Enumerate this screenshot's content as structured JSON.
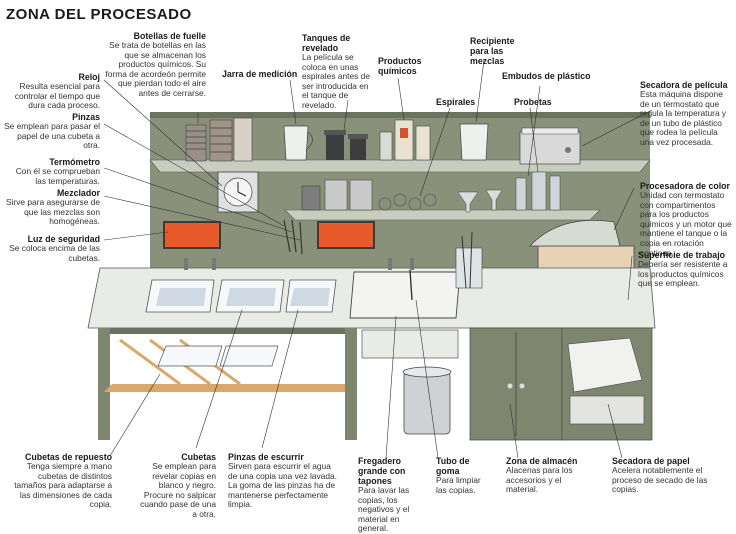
{
  "title": "ZONA DEL PROCESADO",
  "labels": {
    "botellas": {
      "name": "Botellas de fuelle",
      "desc": "Se trata de botellas en las que se almacenan los productos químicos. Su forma de acordeón permite que pierdan todo el aire antes de cerrarse."
    },
    "jarra": {
      "name": "Jarra de medición",
      "desc": ""
    },
    "tanques": {
      "name": "Tanques de revelado",
      "desc": "La película se coloca en unas espirales antes de ser introducida en el tanque de revelado."
    },
    "productos": {
      "name": "Productos químicos",
      "desc": ""
    },
    "recipiente": {
      "name": "Recipiente para las mezclas",
      "desc": ""
    },
    "embudos": {
      "name": "Embudos de plástico",
      "desc": ""
    },
    "espirales": {
      "name": "Espirales",
      "desc": ""
    },
    "probetas": {
      "name": "Probetas",
      "desc": ""
    },
    "secadora_pelicula": {
      "name": "Secadora de película",
      "desc": "Esta máquina dispone de un termostato que regula la temperatura y de un tubo de plástico que rodea la película una vez procesada."
    },
    "reloj": {
      "name": "Reloj",
      "desc": "Resulta esencial para controlar el tiempo que dura cada proceso."
    },
    "pinzas": {
      "name": "Pinzas",
      "desc": "Se emplean para pasar el papel de una cubeta a otra."
    },
    "termometro": {
      "name": "Termómetro",
      "desc": "Con él se comprueban las temperaturas."
    },
    "mezclador": {
      "name": "Mezclador",
      "desc": "Sirve para asegurarse de que las mezclas son homogéneas."
    },
    "luz": {
      "name": "Luz de seguridad",
      "desc": "Se coloca encima de las cubetas."
    },
    "procesadora": {
      "name": "Procesadora de color",
      "desc": "Unidad con termostato con compartimentos para los productos químicos y un motor que mantiene el tanque o la copia en rotación continua."
    },
    "superficie": {
      "name": "Superficie de trabajo",
      "desc": "Debería ser resistente a los productos químicos que se emplean."
    },
    "cubetas_repuesto": {
      "name": "Cubetas de repuesto",
      "desc": "Tenga siempre a mano cubetas de distintos tamaños para adaptarse a las dimensiones de cada copia."
    },
    "cubetas": {
      "name": "Cubetas",
      "desc": "Se emplean para revelar copias en blanco y negro. Procure no salpicar cuando pase de una a otra."
    },
    "pinzas_escurrir": {
      "name": "Pinzas de escurrir",
      "desc": "Sirven para escurrir el agua de una copia una vez lavada. La goma de las pinzas ha de mantenerse perfectamente limpia."
    },
    "fregadero": {
      "name": "Fregadero grande con tapones",
      "desc": "Para lavar las copias, los negativos y el material en general."
    },
    "tubo": {
      "name": "Tubo de goma",
      "desc": "Para limpiar las copias."
    },
    "almacen": {
      "name": "Zona de almacén",
      "desc": "Alacenas para los accesorios y el material."
    },
    "secadora_papel": {
      "name": "Secadora de papel",
      "desc": "Acelera notablemente el proceso de secado de las copias."
    }
  },
  "colors": {
    "wall": "#8a917a",
    "wall_dark": "#6b7260",
    "shelf": "#c9cdbf",
    "bench": "#e9ebe6",
    "cabinet": "#7e8670",
    "light": "#e85a2a",
    "wood": "#d9a86a",
    "steel": "#b8bcbf",
    "leader": "#333333"
  }
}
